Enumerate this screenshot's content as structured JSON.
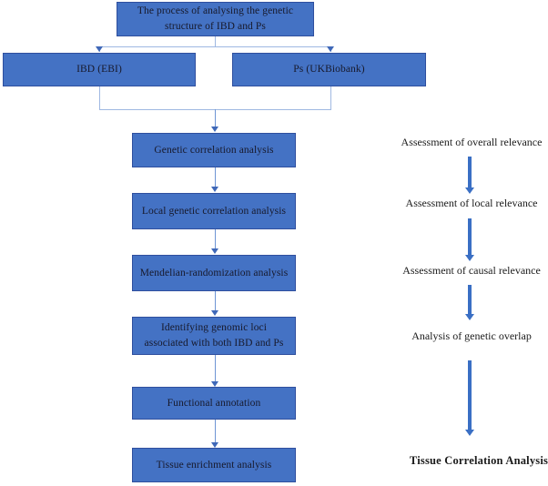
{
  "diagram": {
    "title": "The process of analysing the genetic structure of IBD and Ps",
    "type": "flowchart",
    "colors": {
      "box_fill": "#4472C4",
      "box_border": "#2F4F9E",
      "connector": "#9FB8E2",
      "arrow": "#3A6FC4",
      "text": "#17192B"
    }
  },
  "nodes": {
    "root": {
      "label": "The process of analysing the genetic structure of  IBD and Ps"
    },
    "sources": [
      {
        "label": "IBD (EBI)"
      },
      {
        "label": "Ps (UKBiobank)"
      }
    ],
    "steps": [
      {
        "label": "Genetic correlation analysis"
      },
      {
        "label": "Local genetic correlation analysis"
      },
      {
        "label": "Mendelian-randomization analysis"
      },
      {
        "label": "Identifying genomic loci associated with both IBD and Ps"
      },
      {
        "label": "Functional annotation"
      },
      {
        "label": "Tissue enrichment analysis"
      }
    ]
  },
  "annotations": {
    "items": [
      {
        "label": "Assessment of overall relevance"
      },
      {
        "label": "Assessment of local relevance"
      },
      {
        "label": "Assessment of causal relevance"
      },
      {
        "label": "Analysis of genetic overlap"
      },
      {
        "label": "Tissue Correlation Analysis"
      }
    ]
  }
}
